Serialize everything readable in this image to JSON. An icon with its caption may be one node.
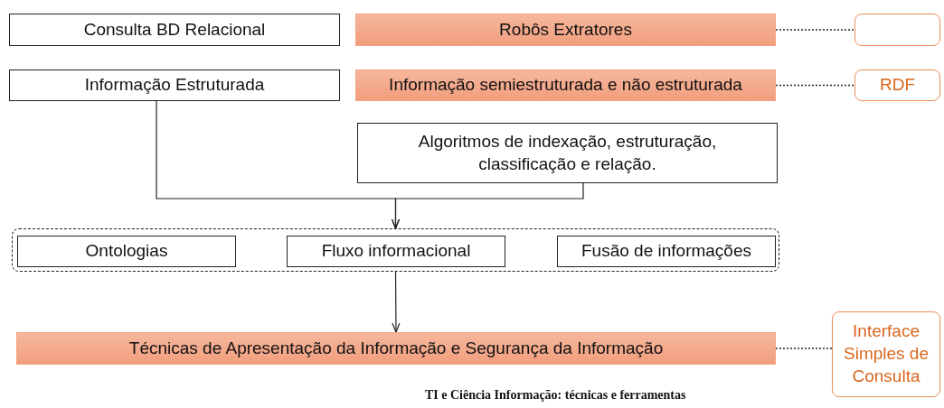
{
  "diagram": {
    "caption": "TI e Ciência Informação: técnicas e ferramentas",
    "nodes": [
      {
        "text": [
          "Consulta BD Relacional"
        ]
      },
      {
        "text": [
          "Robôs Extratores"
        ]
      },
      {
        "text": [],
        "shape": "box"
      },
      {
        "text": [
          "Informação Estruturada"
        ]
      },
      {
        "text": [
          "Informação semiestruturada e não estruturada"
        ]
      },
      {
        "text": [
          "RDF"
        ]
      },
      {
        "text": [
          "Algoritmos de indexação, estruturação, classificação e relação."
        ]
      },
      {
        "text": [],
        "shape": "box"
      },
      {
        "text": [
          "Ontologias"
        ],
        "in": 7
      },
      {
        "text": [
          "Fluxo informacional"
        ],
        "in": 7
      },
      {
        "text": [
          "Fusão de informações"
        ],
        "in": 7
      },
      {
        "text": [
          "Técnicas de Apresentação da Informação e Segurança da Informação"
        ]
      },
      {
        "text": [
          "Interface Simples de Consulta"
        ]
      }
    ],
    "edges": [
      {
        "from": 1,
        "to": 2,
        "arrow": "none",
        "style": "dashed"
      },
      {
        "from": 4,
        "to": 5,
        "arrow": "none",
        "style": "dashed"
      },
      {
        "from": 3,
        "to": 7,
        "arrow": "to"
      },
      {
        "from": 6,
        "to": 7,
        "arrow": "to"
      },
      {
        "from": 7,
        "to": 11,
        "arrow": "to"
      },
      {
        "from": 11,
        "to": 12,
        "arrow": "none",
        "style": "dashed"
      }
    ]
  }
}
